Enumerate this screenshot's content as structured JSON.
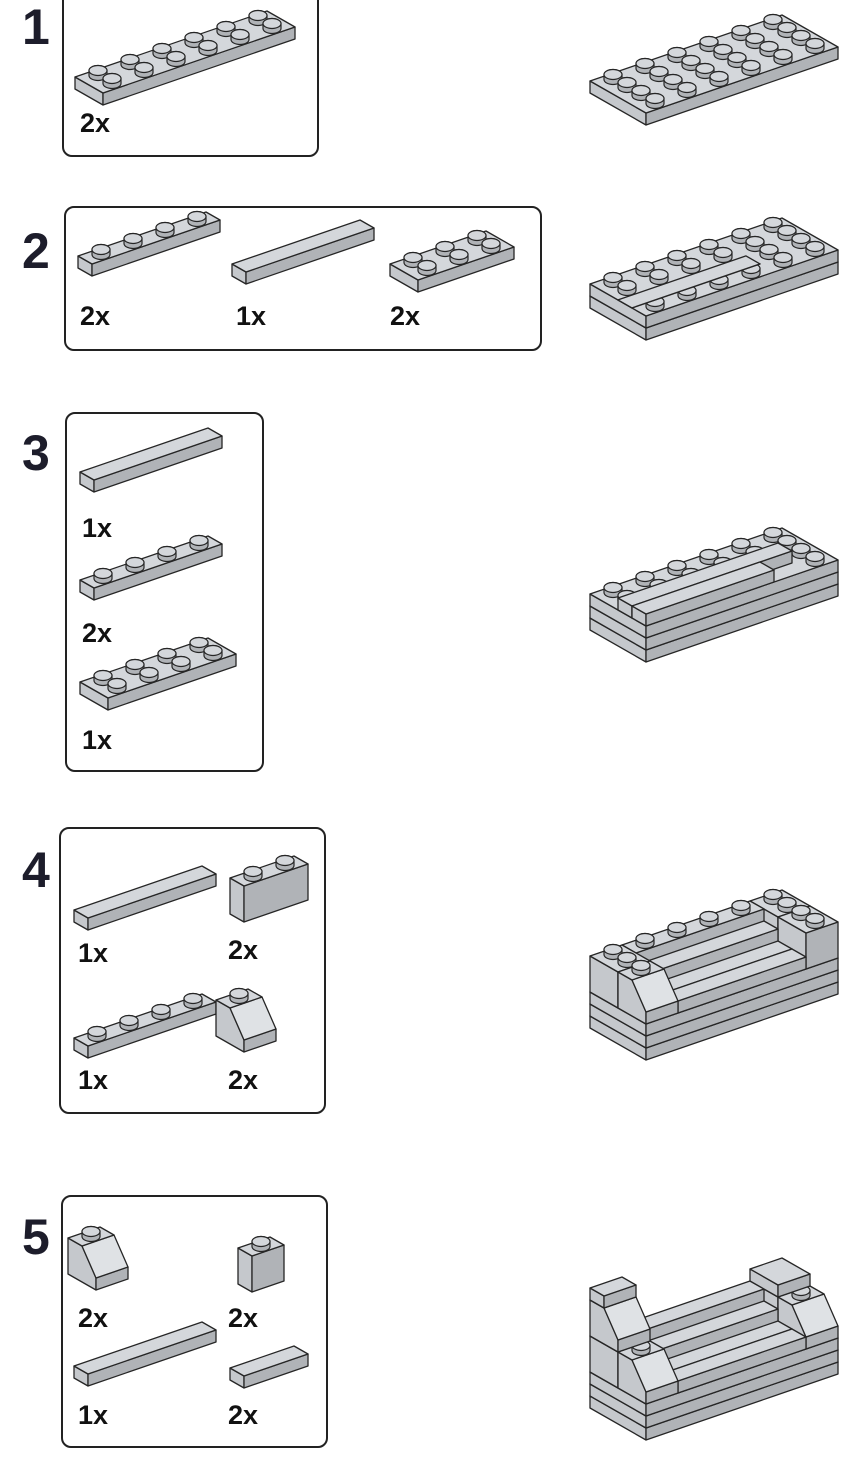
{
  "steps": [
    {
      "number": "1",
      "parts": [
        {
          "qty": "2x"
        }
      ]
    },
    {
      "number": "2",
      "parts": [
        {
          "qty": "2x"
        },
        {
          "qty": "1x"
        },
        {
          "qty": "2x"
        }
      ]
    },
    {
      "number": "3",
      "parts": [
        {
          "qty": "1x"
        },
        {
          "qty": "2x"
        },
        {
          "qty": "1x"
        }
      ]
    },
    {
      "number": "4",
      "parts": [
        {
          "qty": "1x"
        },
        {
          "qty": "2x"
        },
        {
          "qty": "1x"
        },
        {
          "qty": "2x"
        }
      ]
    },
    {
      "number": "5",
      "parts": [
        {
          "qty": "2x"
        },
        {
          "qty": "2x"
        },
        {
          "qty": "1x"
        },
        {
          "qty": "2x"
        }
      ]
    }
  ],
  "colors": {
    "brick_top": "#d4d7db",
    "brick_side": "#b0b3b7",
    "brick_end": "#c5c8cc",
    "outline": "#262626",
    "number": "#1d1d2b"
  }
}
